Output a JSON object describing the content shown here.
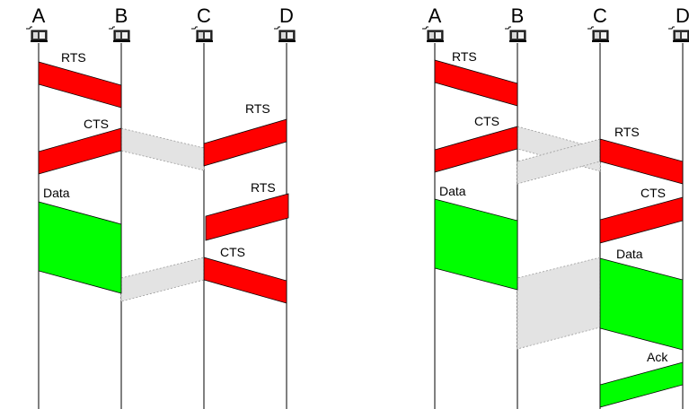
{
  "diagrams": [
    {
      "nodes": [
        "A",
        "B",
        "C",
        "D"
      ],
      "messages": [
        {
          "label": "RTS",
          "kind": "rts"
        },
        {
          "label": "CTS",
          "kind": "cts"
        },
        {
          "label": "Data",
          "kind": "data"
        },
        {
          "label": "RTS",
          "kind": "rts"
        },
        {
          "label": "RTS",
          "kind": "rts"
        },
        {
          "label": "CTS",
          "kind": "cts"
        }
      ]
    },
    {
      "nodes": [
        "A",
        "B",
        "C",
        "D"
      ],
      "messages": [
        {
          "label": "RTS",
          "kind": "rts"
        },
        {
          "label": "CTS",
          "kind": "cts"
        },
        {
          "label": "Data",
          "kind": "data"
        },
        {
          "label": "RTS",
          "kind": "rts"
        },
        {
          "label": "CTS",
          "kind": "cts"
        },
        {
          "label": "Data",
          "kind": "data"
        },
        {
          "label": "Ack",
          "kind": "ack"
        }
      ]
    }
  ],
  "colors": {
    "rts_cts": "#ff0000",
    "data_ack": "#00ff00",
    "overheard": "#e3e3e3"
  },
  "icons": [
    "computer-icon"
  ]
}
